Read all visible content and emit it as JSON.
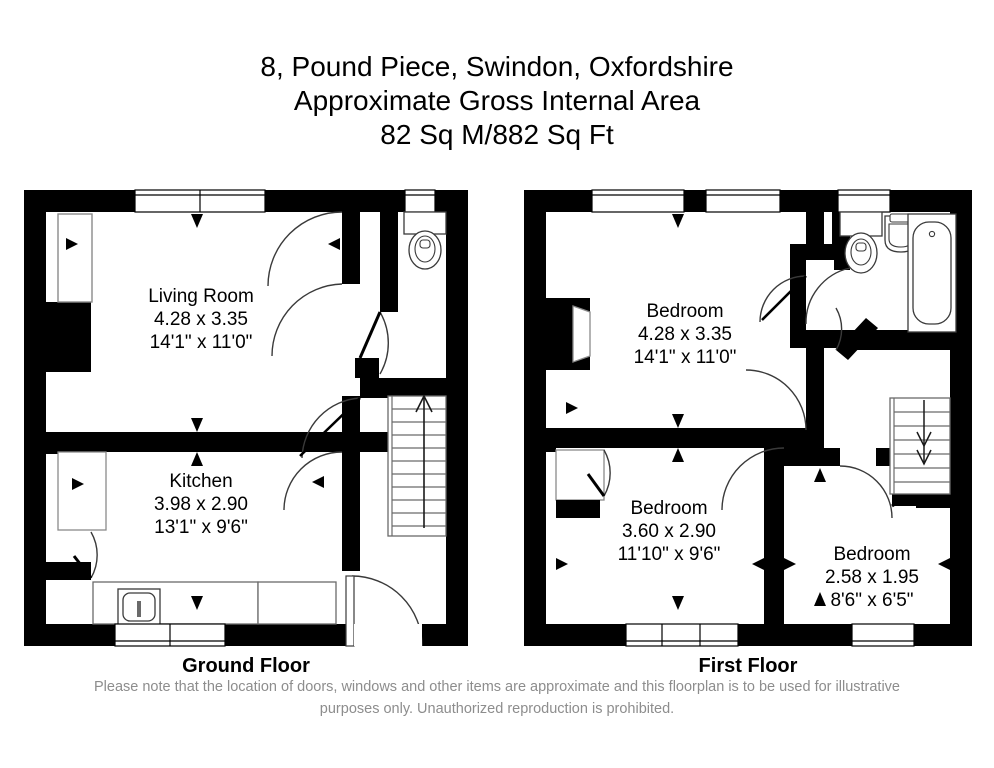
{
  "title": {
    "address": "8, Pound Piece, Swindon, Oxfordshire",
    "area_label": "Approximate Gross Internal Area",
    "area_value": "82 Sq M/882 Sq Ft"
  },
  "floors": [
    {
      "id": "ground",
      "caption": "Ground Floor",
      "rooms": [
        {
          "id": "living-room",
          "name": "Living Room",
          "dim_metric": "4.28 x 3.35",
          "dim_imperial": "14'1\" x 11'0\""
        },
        {
          "id": "kitchen",
          "name": "Kitchen",
          "dim_metric": "3.98 x 2.90",
          "dim_imperial": "13'1\" x 9'6\""
        }
      ],
      "fixtures": [
        "toilet",
        "sink",
        "staircase-up",
        "entrance-door"
      ]
    },
    {
      "id": "first",
      "caption": "First Floor",
      "rooms": [
        {
          "id": "bedroom-1",
          "name": "Bedroom",
          "dim_metric": "4.28 x 3.35",
          "dim_imperial": "14'1\" x 11'0\""
        },
        {
          "id": "bedroom-2",
          "name": "Bedroom",
          "dim_metric": "3.60 x 2.90",
          "dim_imperial": "11'10\" x 9'6\""
        },
        {
          "id": "bedroom-3",
          "name": "Bedroom",
          "dim_metric": "2.58 x 1.95",
          "dim_imperial": "8'6\" x 6'5\""
        }
      ],
      "fixtures": [
        "toilet",
        "basin",
        "bathtub",
        "staircase-down",
        "airing-cupboard"
      ]
    }
  ],
  "disclaimer": {
    "line1": "Please note that the location of doors, windows and other items are approximate and this floorplan is to be used for illustrative",
    "line2": "purposes only. Unauthorized reproduction is prohibited."
  },
  "colors": {
    "wall": "#000000",
    "background": "#ffffff",
    "fixture_stroke": "#555555",
    "disclaimer_text": "#8d8d8d"
  }
}
